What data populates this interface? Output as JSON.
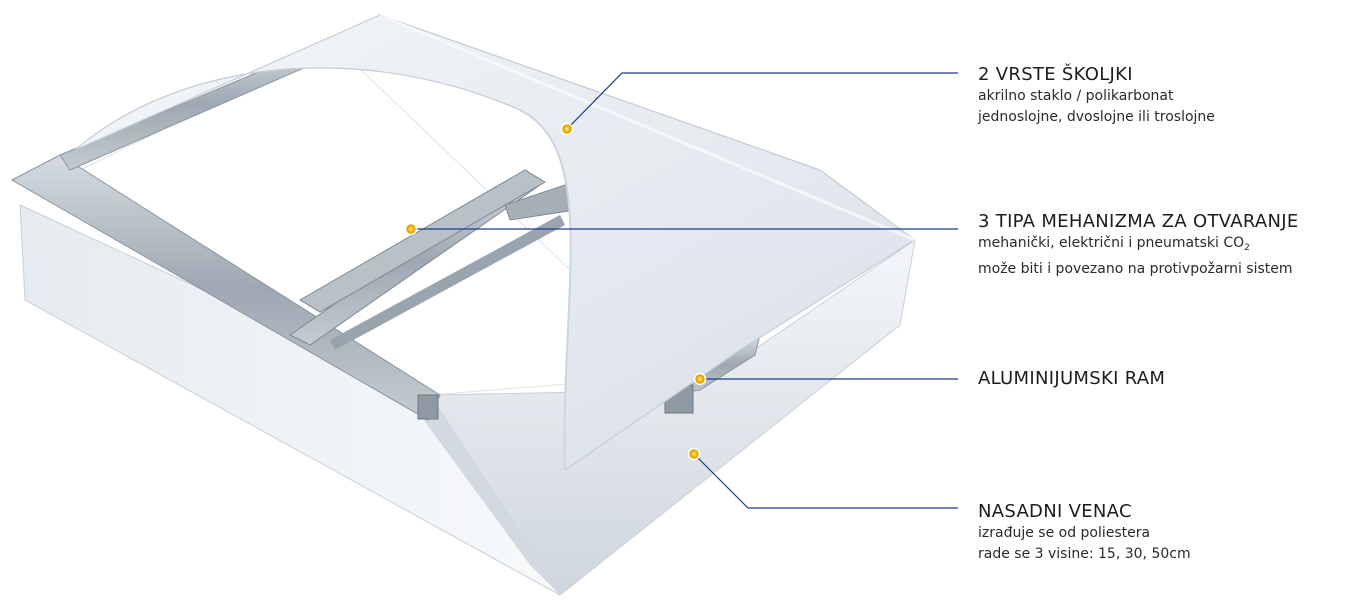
{
  "callouts": {
    "shells": {
      "title": "2 VRSTE ŠKOLJKI",
      "lines": [
        "akrilno staklo / polikarbonat",
        "jednoslojne, dvoslojne ili troslojne"
      ]
    },
    "mechanism": {
      "title": "3 TIPA MEHANIZMA ZA OTVARANJE",
      "line1_main": "mehanički, električni i pneumatski CO",
      "line1_sub": "2",
      "line2": "može biti i povezano na protivpožarni sistem"
    },
    "frame": {
      "title": "ALUMINIJUMSKI RAM"
    },
    "curb": {
      "title": "NASADNI VENAC",
      "lines": [
        "izrađuje se od poliestera",
        "rade se 3 visine: 15, 30, 50cm"
      ]
    }
  },
  "colors": {
    "leader_line": "#1f3a8a",
    "marker_fill": "#f2b705",
    "marker_ring": "#ffffff",
    "dome": "#e9edf2",
    "curb": "#dfe4ea",
    "aluminum": "#aab3bd"
  }
}
